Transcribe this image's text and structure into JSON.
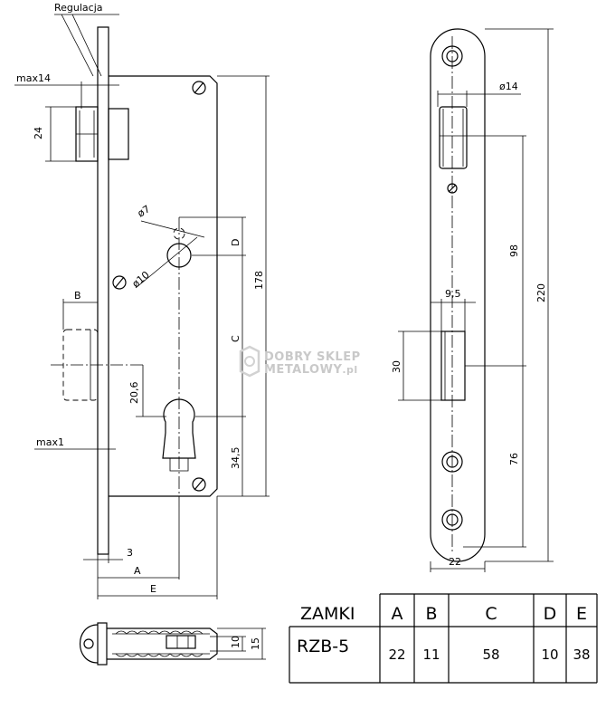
{
  "labels": {
    "regulacja": "Regulacja",
    "max14": "max14",
    "max1": "max1",
    "dim_24": "24",
    "dim_phi7": "ø7",
    "dim_phi10": "ø10",
    "dim_D": "D",
    "dim_178": "178",
    "dim_B": "B",
    "dim_C": "C",
    "dim_20_6": "20,6",
    "dim_34_5": "34,5",
    "dim_3": "3",
    "dim_A": "A",
    "dim_E": "E",
    "dim_10": "10",
    "dim_15": "15",
    "dim_phi14": "ø14",
    "dim_9_5": "9,5",
    "dim_30": "30",
    "dim_98": "98",
    "dim_76": "76",
    "dim_220": "220",
    "dim_22": "22"
  },
  "watermark": {
    "line1": "DOBRY SKLEP",
    "line2": "METALOWY",
    "suffix": ".pl"
  },
  "table": {
    "header": [
      "ZAMKI",
      "A",
      "B",
      "C",
      "D",
      "E"
    ],
    "row": [
      "RZB-5",
      "22",
      "11",
      "58",
      "10",
      "38"
    ]
  }
}
